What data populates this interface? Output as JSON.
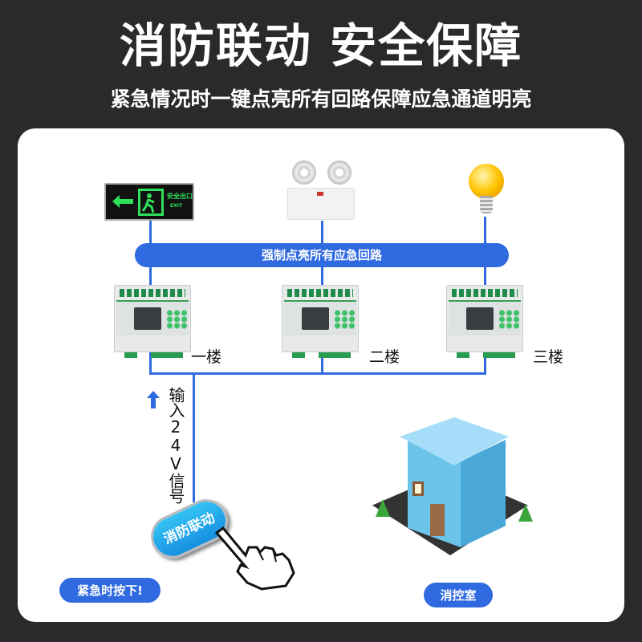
{
  "header": {
    "title": "消防联动 安全保障",
    "subtitle": "紧急情况时一键点亮所有回路保障应急通道明亮"
  },
  "devices": {
    "exit_sign": {
      "text_cn": "安全出口",
      "text_en": "EXIT"
    },
    "emergency_light": {},
    "bulb": {}
  },
  "bus_label": "强制点亮所有应急回路",
  "floors": [
    "一楼",
    "二楼",
    "三楼"
  ],
  "signal_label": "输入24V信号",
  "fire_button": {
    "label": "消防联动"
  },
  "press_label": "紧急时按下!",
  "control_room_label": "消控室",
  "colors": {
    "accent": "#2f6ae0",
    "background": "#2a2a2a"
  }
}
